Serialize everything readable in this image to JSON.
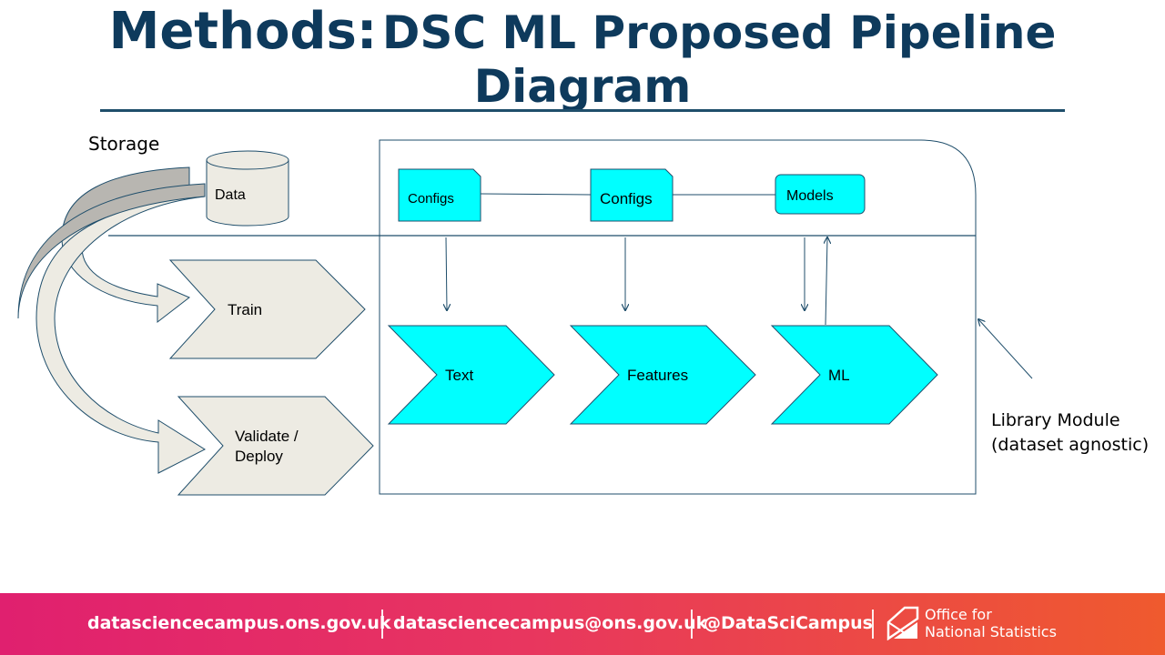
{
  "title": {
    "part1": "Methods:",
    "part2": "DSC ML Proposed  Pipeline",
    "line2": "Diagram"
  },
  "storage": {
    "label": "Storage",
    "data_label": "Data"
  },
  "configs": [
    {
      "label": "Configs"
    },
    {
      "label": "Configs"
    }
  ],
  "models_label": "Models",
  "stages": {
    "train": "Train",
    "validate_line1": "Validate /",
    "validate_line2": "Deploy",
    "text": "Text",
    "features": "Features",
    "ml": "ML"
  },
  "library_module": {
    "line1": "Library Module",
    "line2": "(dataset agnostic)"
  },
  "footer": {
    "website": "datasciencecampus.ons.gov.uk",
    "email": "datasciencecampus@ons.gov.uk",
    "twitter": "@DataSciCampus",
    "org_line1": "Office for",
    "org_line2": "National Statistics"
  },
  "colors": {
    "title": "#0e3a5c",
    "cyan": "#00ffff",
    "beige": "#eeebe1",
    "footer_left": "#e0206f",
    "footer_right": "#ef5a2e"
  }
}
